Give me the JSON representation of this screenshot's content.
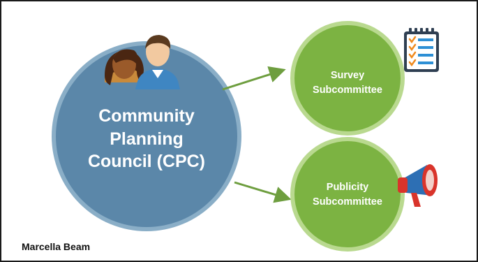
{
  "main_node": {
    "line1": "Community",
    "line2": "Planning",
    "line3": "Council (CPC)",
    "fill": "#5b87a9",
    "ring": "#8aaec7"
  },
  "subcommittees": [
    {
      "line1": "Survey",
      "line2": "Subcommittee",
      "icon": "checklist-icon"
    },
    {
      "line1": "Publicity",
      "line2": "Subcommittee",
      "icon": "megaphone-icon"
    }
  ],
  "sub_colors": {
    "fill": "#7cb342",
    "ring": "#b9d98f"
  },
  "arrow_color": "#6e9e3f",
  "people_icon": "people-icon",
  "author": "Marcella Beam"
}
